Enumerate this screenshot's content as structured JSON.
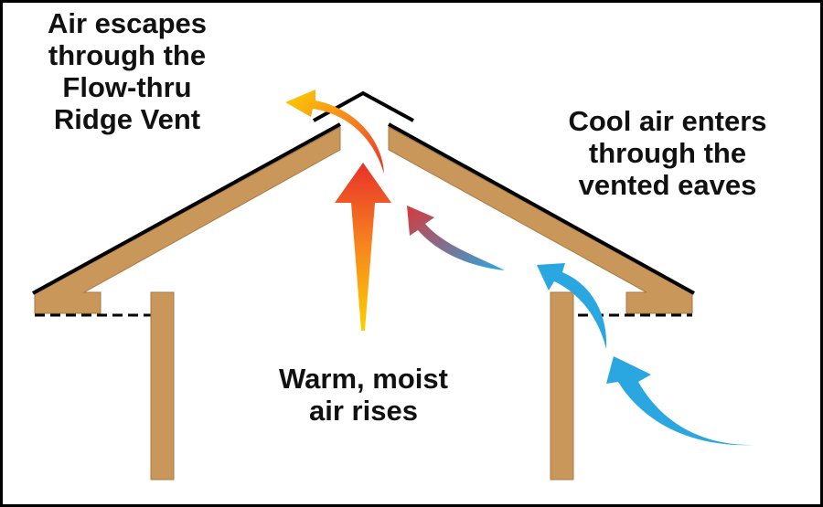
{
  "labels": {
    "exit": [
      "Air escapes",
      "through the",
      "Flow-thru",
      "Ridge Vent"
    ],
    "intake": [
      "Cool air enters",
      "through the",
      "vented eaves"
    ],
    "rise": [
      "Warm, moist",
      "air rises"
    ]
  },
  "colors": {
    "wood": "#c9975a",
    "wood_edge": "#a87a44",
    "cool": "#2aa6e0",
    "warm_top": "#e8312a",
    "warm_bottom": "#fbd000",
    "frame": "#000000"
  }
}
